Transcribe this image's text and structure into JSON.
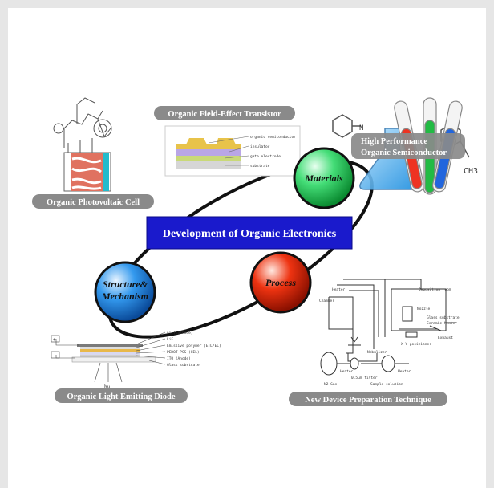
{
  "center_title": "Development of Organic Electronics",
  "nodes": {
    "materials": "Materials",
    "process": "Process",
    "structure_line1": "Structure&",
    "structure_line2": "Mechanism"
  },
  "labels": {
    "ofet": "Organic Field-Effect Transistor",
    "opv": "Organic Photovoltaic Cell",
    "hpos_line1": "High Performance",
    "hpos_line2": "Organic Semiconductor",
    "oled": "Organic Light Emitting Diode",
    "ndpt": "New Device Preparation Technique"
  },
  "ofet_layers": [
    "organic semiconductor",
    "insulator",
    "gate electrode",
    "substrate"
  ],
  "oled_layers": [
    "Al (Cathode)",
    "LiF",
    "Emissive polymer (ETL/EL)",
    "PEDOT PSS (HIL)",
    "ITO (Anode)",
    "Glass substrate"
  ],
  "oled_misc": {
    "plus": "+",
    "minus": "-",
    "emission": "hν"
  },
  "apparatus_labels": [
    "Heater",
    "Chamber",
    "Deposition room",
    "Nozzle",
    "Glass substrate",
    "Ceramic heater",
    "X-Y positioner",
    "Exhaust",
    "Nebulizer",
    "N2 Gas",
    "Heater",
    "0.5μm filter",
    "Heater",
    "Sample solution"
  ],
  "chem": {
    "methyl": "CH3",
    "nitrogen": "N"
  },
  "colors": {
    "title_box": "#1a1acc",
    "materials_sphere": "#22cc55",
    "process_sphere": "#dd2200",
    "structure_sphere": "#2288dd",
    "label_pill": "#8a8a8a"
  }
}
